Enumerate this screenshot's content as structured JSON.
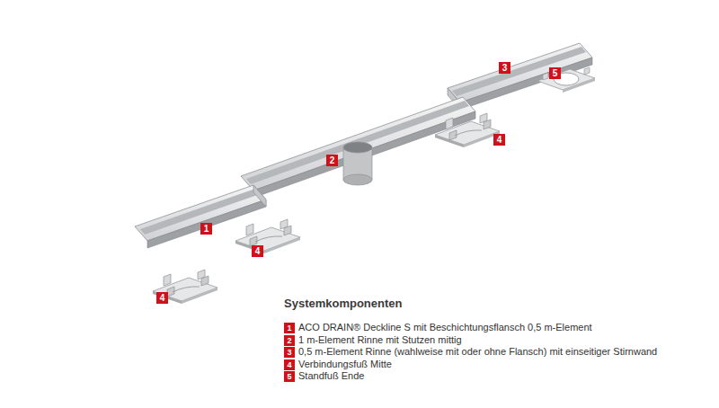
{
  "diagram": {
    "title": "Systemkomponenten",
    "labels": [
      "3",
      "5",
      "4",
      "2",
      "1",
      "4",
      "4",
      "1",
      "2",
      "3",
      "4",
      "5"
    ],
    "legend": [
      {
        "text": "ACO DRAIN® Deckline S mit Beschichtungsflansch 0,5 m-Element",
        "color": "#d0111b"
      },
      {
        "text": "1 m-Element Rinne mit Stutzen mittig",
        "color": "#d0111b"
      },
      {
        "text": "0,5 m-Element Rinne (wahlweise mit oder ohne Flansch) mit einseitiger Stirnwand",
        "color": "#d0111b"
      },
      {
        "text": "Verbindungsfuß Mitte",
        "color": "#d0111b"
      },
      {
        "text": "Standfuß Ende",
        "color": "#d0111b"
      }
    ]
  }
}
